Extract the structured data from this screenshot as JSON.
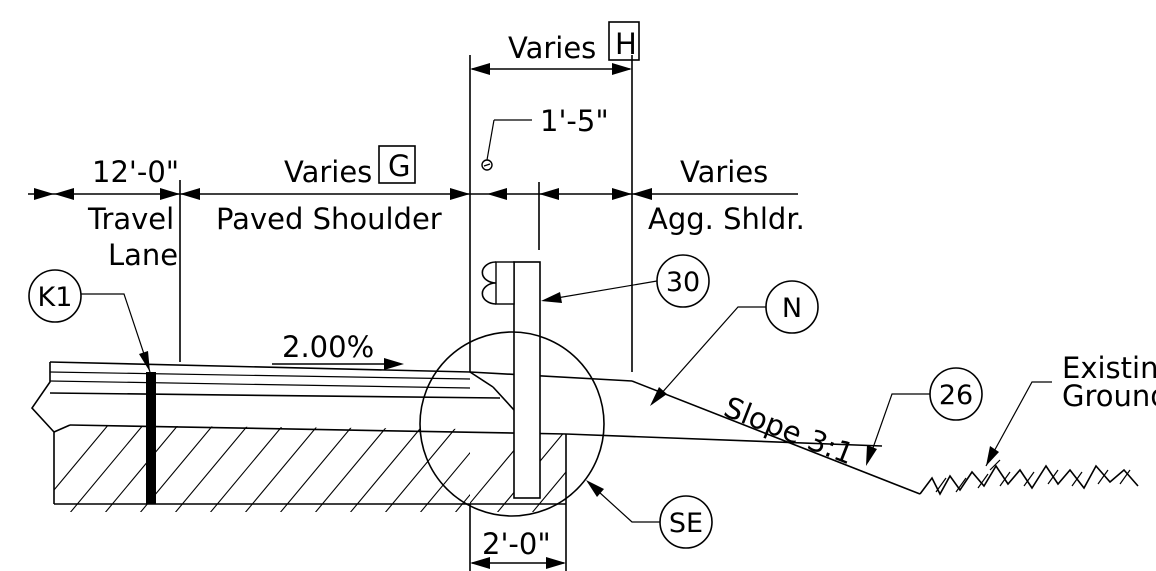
{
  "dimensions": {
    "travel_lane_width": "12'-0\"",
    "paved_shoulder_width": "Varies",
    "paved_shoulder_note": "G",
    "top_width": "Varies",
    "top_note": "H",
    "offset": "1'-5\"",
    "agg_shoulder_width": "Varies",
    "base_width": "2'-0\""
  },
  "zones": {
    "travel_lane": [
      "Travel",
      "Lane"
    ],
    "paved_shoulder": "Paved Shoulder",
    "agg_shoulder": "Agg. Shldr."
  },
  "cross_slope": "2.00%",
  "side_slope": "Slope 3:1",
  "ground_label": [
    "Existing",
    "Ground"
  ],
  "callouts": [
    "K1",
    "30",
    "N",
    "26",
    "SE"
  ],
  "colors": {
    "line": "#000000",
    "background": "#ffffff"
  }
}
